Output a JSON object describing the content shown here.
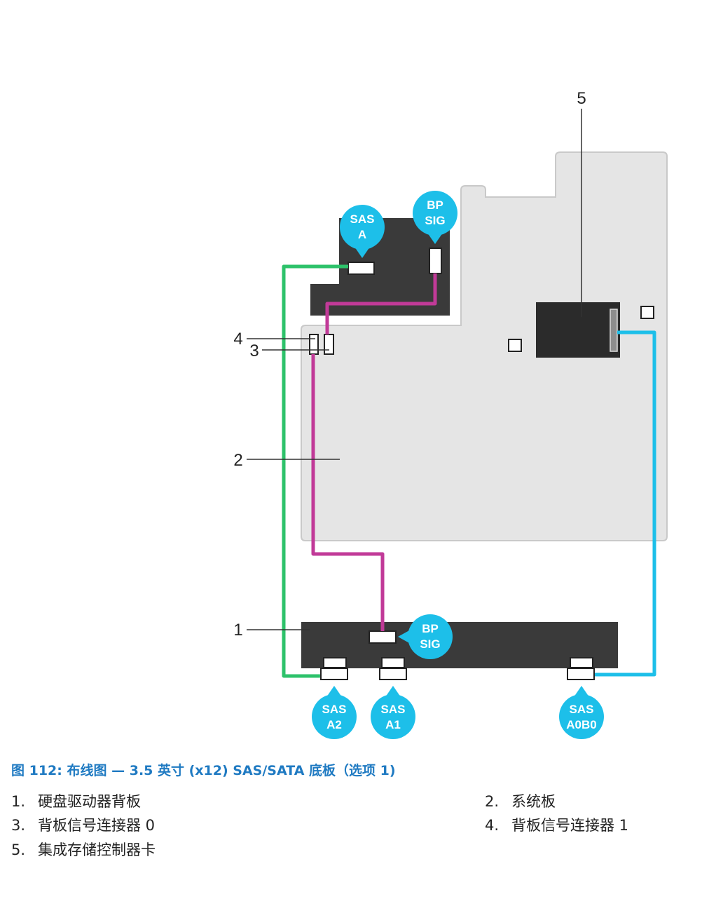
{
  "diagram": {
    "callouts": {
      "c1": "1",
      "c2": "2",
      "c3": "3",
      "c4": "4",
      "c5": "5"
    },
    "bubbles": {
      "sas_a": [
        "SAS",
        "A"
      ],
      "bp_sig_top": [
        "BP",
        "SIG"
      ],
      "bp_sig_bottom": [
        "BP",
        "SIG"
      ],
      "sas_a2": [
        "SAS",
        "A2"
      ],
      "sas_a1": [
        "SAS",
        "A1"
      ],
      "sas_a0b0": [
        "SAS",
        "A0B0"
      ]
    },
    "colors": {
      "bubble": "#1dbfe9",
      "green_cable": "#2dc26a",
      "magenta_cable": "#c13a98",
      "blue_cable": "#1dbfe9",
      "board_fill": "#e5e5e5",
      "dark_board": "#3a3a3a"
    }
  },
  "caption": "图 112: 布线图 — 3.5 英寸 (x12) SAS/SATA 底板（选项 1)",
  "legend": [
    {
      "num": "1.",
      "label": "硬盘驱动器背板"
    },
    {
      "num": "2.",
      "label": "系统板"
    },
    {
      "num": "3.",
      "label": "背板信号连接器 0"
    },
    {
      "num": "4.",
      "label": "背板信号连接器 1"
    },
    {
      "num": "5.",
      "label": "集成存储控制器卡"
    }
  ]
}
